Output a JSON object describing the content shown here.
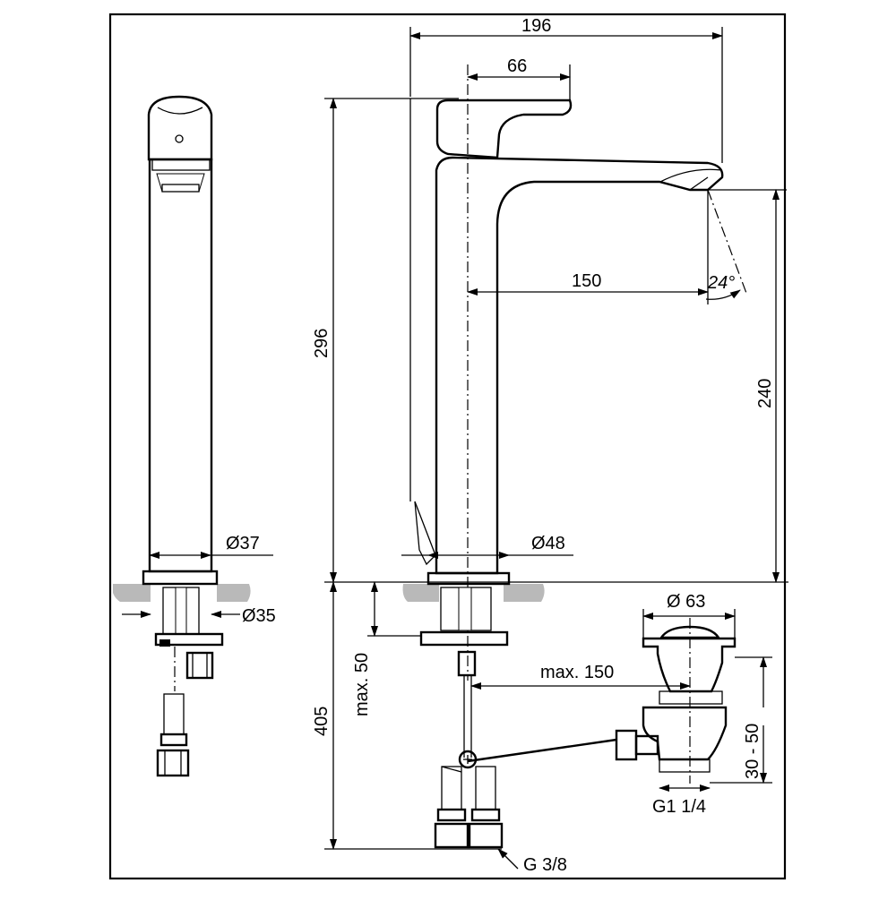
{
  "dimensions": {
    "width_total": "196",
    "handle_width": "66",
    "spout_reach": "150",
    "spray_angle": "24°",
    "overall_height": "296",
    "spout_height": "240",
    "body_diameter_side": "Ø37",
    "base_diameter_front": "Ø48",
    "shank_diameter": "Ø35",
    "below_counter_depth": "405",
    "max_counter_thickness": "max. 50",
    "max_rod_reach": "max. 150",
    "waste_diameter": "Ø 63",
    "waste_adjust": "30 - 50",
    "waste_thread": "G1 1/4",
    "hose_thread": "G 3/8"
  }
}
